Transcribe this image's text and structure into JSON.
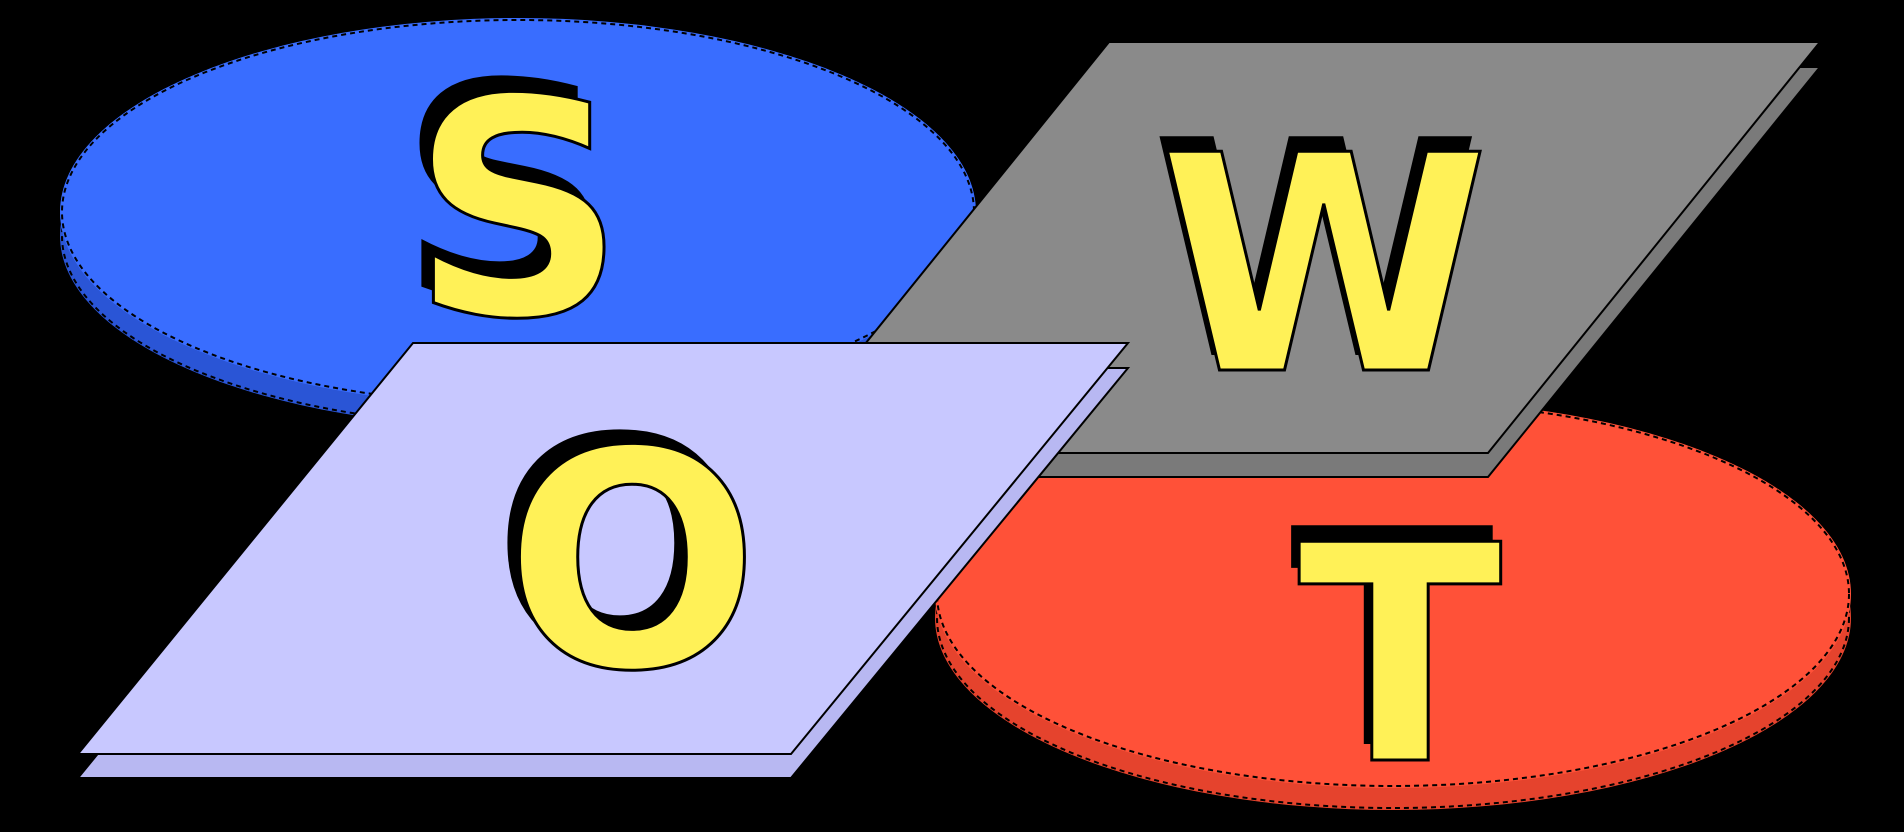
{
  "diagram": {
    "background": "#000000",
    "letter_fill": "#FFF157",
    "letter_shadow": "#000000",
    "quadrants": [
      {
        "key": "s",
        "letter": "S",
        "shape": "ellipse",
        "fill": "#396DFF",
        "side_fill": "#2A55D6"
      },
      {
        "key": "w",
        "letter": "W",
        "shape": "parallelogram",
        "fill": "#8A8A8A",
        "side_fill": "#7A7A7A"
      },
      {
        "key": "o",
        "letter": "O",
        "shape": "parallelogram",
        "fill": "#C8C8FF",
        "side_fill": "#B8B8F2"
      },
      {
        "key": "t",
        "letter": "T",
        "shape": "ellipse",
        "fill": "#FF5138",
        "side_fill": "#E5432D"
      }
    ]
  }
}
